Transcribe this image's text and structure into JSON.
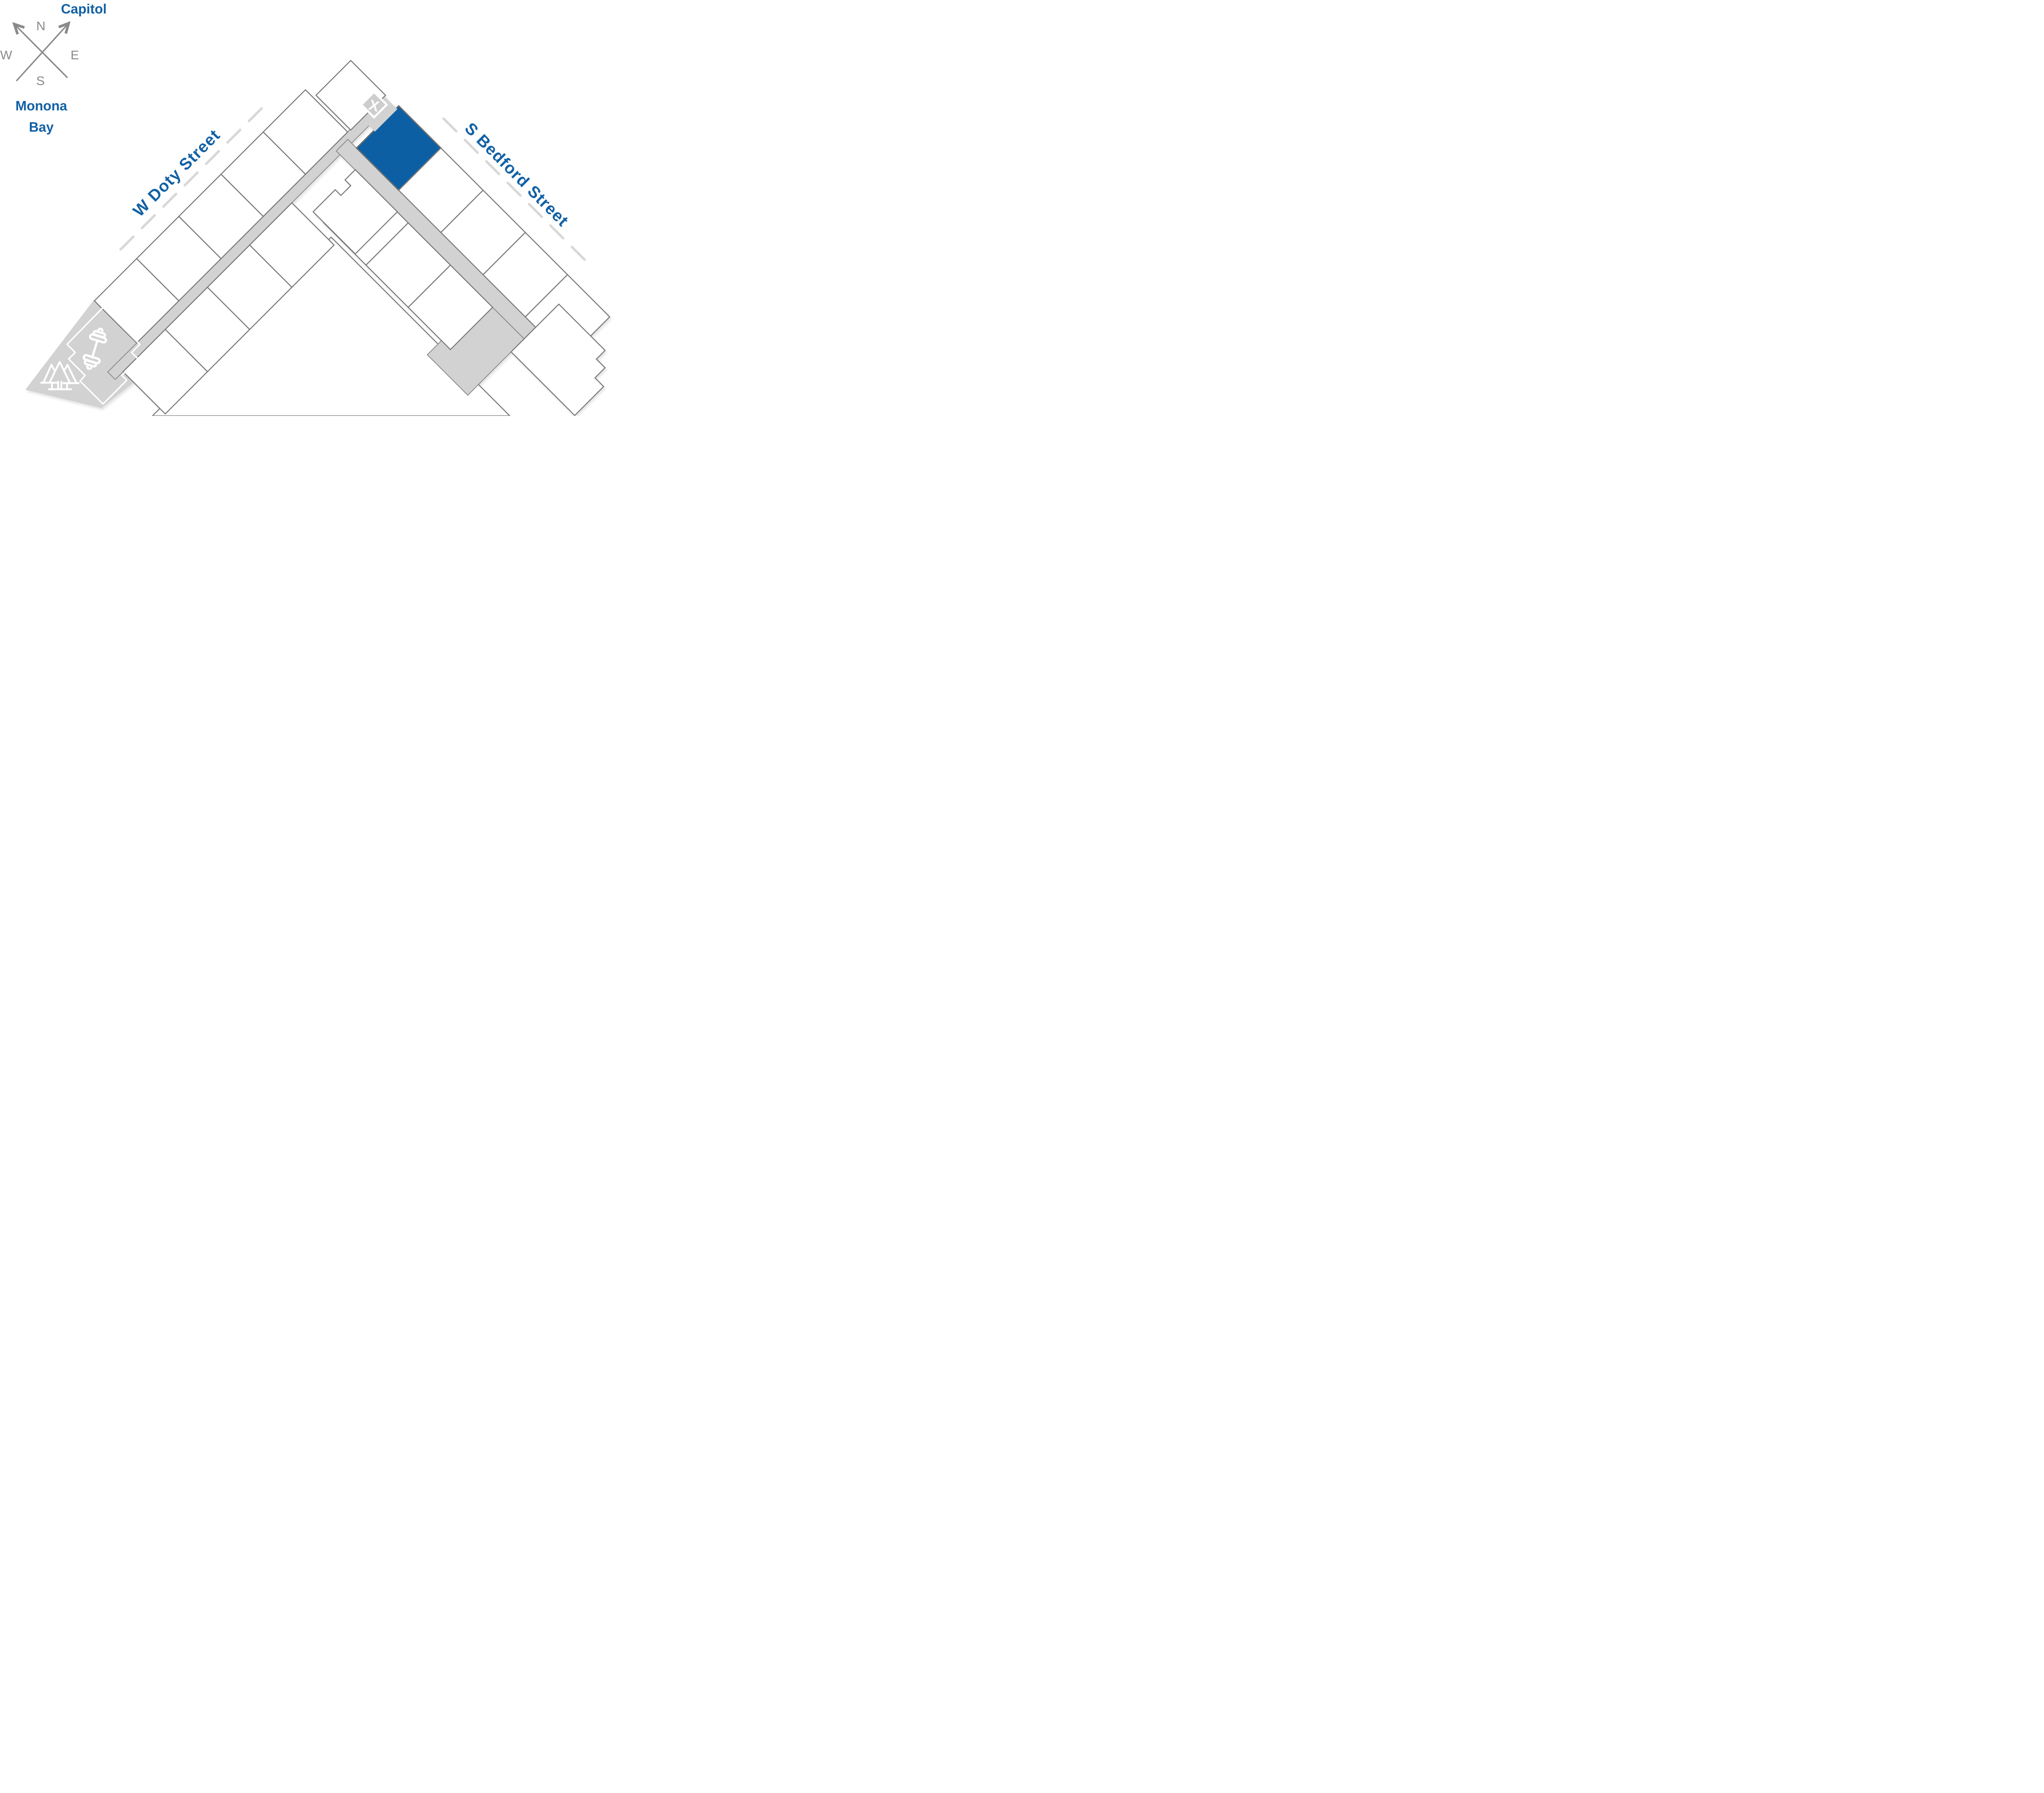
{
  "compass": {
    "north": "N",
    "east": "E",
    "south": "S",
    "west": "W"
  },
  "labels": {
    "capitol": "Capitol",
    "monona_bay": [
      "Monona",
      "Bay"
    ],
    "doty": "W Doty Street",
    "bedford": "S Bedford Street"
  },
  "marker": {
    "stairs": "X"
  },
  "icons": {
    "compass": "compass-icon",
    "stairs": "x-marker-icon",
    "gym": "dumbbell-icon",
    "park": "pine-trees-icon"
  },
  "colors": {
    "highlight": "#0e5fa4",
    "text_blue": "#1261a5",
    "outline_gray": "#7a7a7a",
    "corridor_gray": "#d2d2d2",
    "stair_gray": "#cdcdcd",
    "dash_gray": "#d8d8d8",
    "compass_gray": "#8a8a8a"
  }
}
